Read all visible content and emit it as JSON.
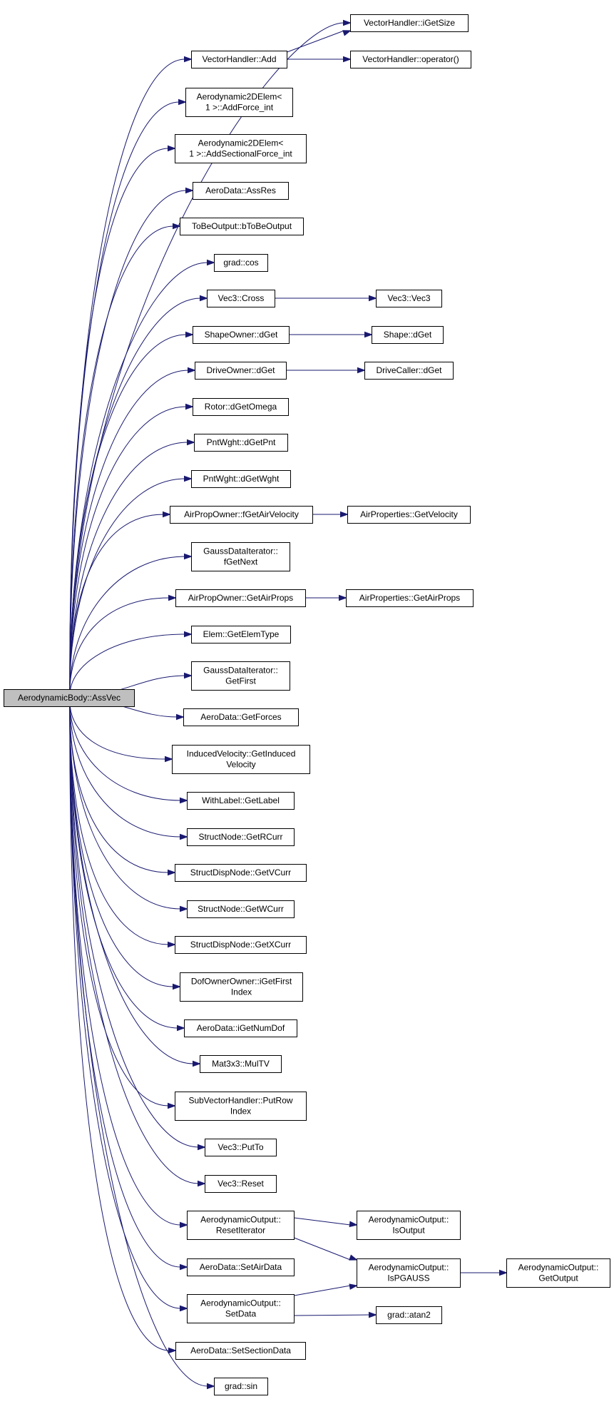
{
  "graph": {
    "root": "AerodynamicBody::AssVec",
    "nodes": [
      {
        "id": "root",
        "lines": [
          "AerodynamicBody::AssVec"
        ]
      },
      {
        "id": "vh_igetsize",
        "lines": [
          "VectorHandler::iGetSize"
        ]
      },
      {
        "id": "vh_add",
        "lines": [
          "VectorHandler::Add"
        ]
      },
      {
        "id": "vh_op",
        "lines": [
          "VectorHandler::operator()"
        ]
      },
      {
        "id": "a2d_addforce",
        "lines": [
          "Aerodynamic2DElem<",
          "1 >::AddForce_int"
        ]
      },
      {
        "id": "a2d_addsect",
        "lines": [
          "Aerodynamic2DElem<",
          "1 >::AddSectionalForce_int"
        ]
      },
      {
        "id": "ad_assres",
        "lines": [
          "AeroData::AssRes"
        ]
      },
      {
        "id": "tbo",
        "lines": [
          "ToBeOutput::bToBeOutput"
        ]
      },
      {
        "id": "grad_cos",
        "lines": [
          "grad::cos"
        ]
      },
      {
        "id": "vec3_cross",
        "lines": [
          "Vec3::Cross"
        ]
      },
      {
        "id": "vec3_vec3",
        "lines": [
          "Vec3::Vec3"
        ]
      },
      {
        "id": "so_dget",
        "lines": [
          "ShapeOwner::dGet"
        ]
      },
      {
        "id": "shape_dget",
        "lines": [
          "Shape::dGet"
        ]
      },
      {
        "id": "do_dget",
        "lines": [
          "DriveOwner::dGet"
        ]
      },
      {
        "id": "dc_dget",
        "lines": [
          "DriveCaller::dGet"
        ]
      },
      {
        "id": "rotor_omega",
        "lines": [
          "Rotor::dGetOmega"
        ]
      },
      {
        "id": "pw_pnt",
        "lines": [
          "PntWght::dGetPnt"
        ]
      },
      {
        "id": "pw_wght",
        "lines": [
          "PntWght::dGetWght"
        ]
      },
      {
        "id": "apo_fvel",
        "lines": [
          "AirPropOwner::fGetAirVelocity"
        ]
      },
      {
        "id": "ap_vel",
        "lines": [
          "AirProperties::GetVelocity"
        ]
      },
      {
        "id": "gdi_next",
        "lines": [
          "GaussDataIterator::",
          "fGetNext"
        ]
      },
      {
        "id": "apo_props",
        "lines": [
          "AirPropOwner::GetAirProps"
        ]
      },
      {
        "id": "ap_props",
        "lines": [
          "AirProperties::GetAirProps"
        ]
      },
      {
        "id": "elem_type",
        "lines": [
          "Elem::GetElemType"
        ]
      },
      {
        "id": "gdi_first",
        "lines": [
          "GaussDataIterator::",
          "GetFirst"
        ]
      },
      {
        "id": "ad_forces",
        "lines": [
          "AeroData::GetForces"
        ]
      },
      {
        "id": "iv_induced",
        "lines": [
          "InducedVelocity::GetInduced",
          "Velocity"
        ]
      },
      {
        "id": "wl_label",
        "lines": [
          "WithLabel::GetLabel"
        ]
      },
      {
        "id": "sn_rcurr",
        "lines": [
          "StructNode::GetRCurr"
        ]
      },
      {
        "id": "sdn_vcurr",
        "lines": [
          "StructDispNode::GetVCurr"
        ]
      },
      {
        "id": "sn_wcurr",
        "lines": [
          "StructNode::GetWCurr"
        ]
      },
      {
        "id": "sdn_xcurr",
        "lines": [
          "StructDispNode::GetXCurr"
        ]
      },
      {
        "id": "doo_first",
        "lines": [
          "DofOwnerOwner::iGetFirst",
          "Index"
        ]
      },
      {
        "id": "ad_numdof",
        "lines": [
          "AeroData::iGetNumDof"
        ]
      },
      {
        "id": "mat_multv",
        "lines": [
          "Mat3x3::MulTV"
        ]
      },
      {
        "id": "svh_putrow",
        "lines": [
          "SubVectorHandler::PutRow",
          "Index"
        ]
      },
      {
        "id": "vec3_putto",
        "lines": [
          "Vec3::PutTo"
        ]
      },
      {
        "id": "vec3_reset",
        "lines": [
          "Vec3::Reset"
        ]
      },
      {
        "id": "ao_resetit",
        "lines": [
          "AerodynamicOutput::",
          "ResetIterator"
        ]
      },
      {
        "id": "ao_isoutput",
        "lines": [
          "AerodynamicOutput::",
          "IsOutput"
        ]
      },
      {
        "id": "ad_setair",
        "lines": [
          "AeroData::SetAirData"
        ]
      },
      {
        "id": "ao_ispgauss",
        "lines": [
          "AerodynamicOutput::",
          "IsPGAUSS"
        ]
      },
      {
        "id": "ao_getoutput",
        "lines": [
          "AerodynamicOutput::",
          "GetOutput"
        ]
      },
      {
        "id": "ao_setdata",
        "lines": [
          "AerodynamicOutput::",
          "SetData"
        ]
      },
      {
        "id": "grad_atan2",
        "lines": [
          "grad::atan2"
        ]
      },
      {
        "id": "ad_setsect",
        "lines": [
          "AeroData::SetSectionData"
        ]
      },
      {
        "id": "grad_sin",
        "lines": [
          "grad::sin"
        ]
      }
    ],
    "edges": [
      [
        "root",
        "vh_igetsize"
      ],
      [
        "root",
        "vh_add"
      ],
      [
        "vh_add",
        "vh_igetsize"
      ],
      [
        "vh_add",
        "vh_op"
      ],
      [
        "root",
        "a2d_addforce"
      ],
      [
        "root",
        "a2d_addsect"
      ],
      [
        "root",
        "ad_assres"
      ],
      [
        "root",
        "tbo"
      ],
      [
        "root",
        "grad_cos"
      ],
      [
        "root",
        "vec3_cross"
      ],
      [
        "vec3_cross",
        "vec3_vec3"
      ],
      [
        "root",
        "so_dget"
      ],
      [
        "so_dget",
        "shape_dget"
      ],
      [
        "root",
        "do_dget"
      ],
      [
        "do_dget",
        "dc_dget"
      ],
      [
        "root",
        "rotor_omega"
      ],
      [
        "root",
        "pw_pnt"
      ],
      [
        "root",
        "pw_wght"
      ],
      [
        "root",
        "apo_fvel"
      ],
      [
        "apo_fvel",
        "ap_vel"
      ],
      [
        "root",
        "gdi_next"
      ],
      [
        "root",
        "apo_props"
      ],
      [
        "apo_props",
        "ap_props"
      ],
      [
        "root",
        "elem_type"
      ],
      [
        "root",
        "gdi_first"
      ],
      [
        "root",
        "ad_forces"
      ],
      [
        "root",
        "iv_induced"
      ],
      [
        "root",
        "wl_label"
      ],
      [
        "root",
        "sn_rcurr"
      ],
      [
        "root",
        "sdn_vcurr"
      ],
      [
        "root",
        "sn_wcurr"
      ],
      [
        "root",
        "sdn_xcurr"
      ],
      [
        "root",
        "doo_first"
      ],
      [
        "root",
        "ad_numdof"
      ],
      [
        "root",
        "mat_multv"
      ],
      [
        "root",
        "svh_putrow"
      ],
      [
        "root",
        "vec3_putto"
      ],
      [
        "root",
        "vec3_reset"
      ],
      [
        "root",
        "ao_resetit"
      ],
      [
        "ao_resetit",
        "ao_isoutput"
      ],
      [
        "ao_resetit",
        "ao_ispgauss"
      ],
      [
        "root",
        "ad_setair"
      ],
      [
        "root",
        "ao_setdata"
      ],
      [
        "ao_setdata",
        "ao_ispgauss"
      ],
      [
        "ao_setdata",
        "grad_atan2"
      ],
      [
        "ao_ispgauss",
        "ao_getoutput"
      ],
      [
        "root",
        "ad_setsect"
      ],
      [
        "root",
        "grad_sin"
      ]
    ]
  },
  "colors": {
    "edge": "#191970",
    "root_fill": "#bfbfbf",
    "node_fill": "#ffffff",
    "node_border": "#000000"
  }
}
